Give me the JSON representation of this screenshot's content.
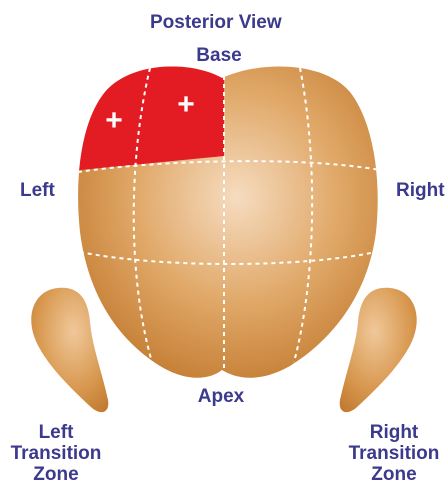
{
  "labels": {
    "view_title": "Posterior View",
    "base": "Base",
    "left": "Left",
    "right": "Right",
    "apex": "Apex",
    "left_tz_line1": "Left",
    "left_tz_line2": "Transition",
    "left_tz_line3": "Zone",
    "right_tz_line1": "Right",
    "right_tz_line2": "Transition",
    "right_tz_line3": "Zone"
  },
  "markers": {
    "positive_symbol": "+"
  },
  "colors": {
    "label_text": "#3b3a8c",
    "gland_light": "#f6dcc0",
    "gland_mid": "#e0a868",
    "gland_dark": "#c57e34",
    "highlight_red": "#e31c24",
    "divider": "#ffffff"
  }
}
